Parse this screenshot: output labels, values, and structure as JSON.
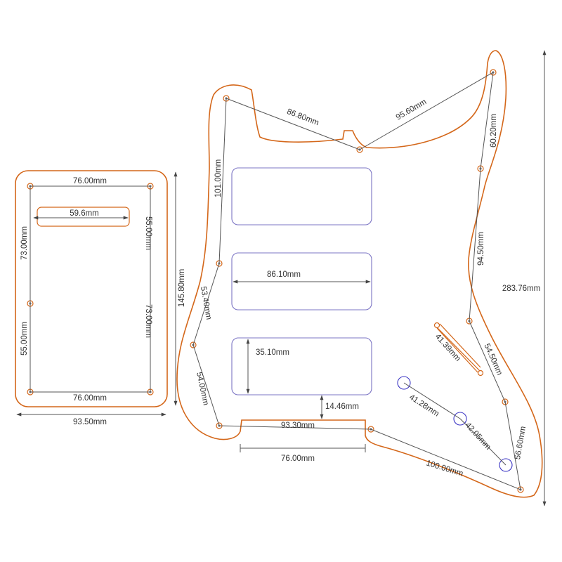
{
  "diagram": {
    "cover_plate": {
      "width_top": "76.00mm",
      "width_bottom": "76.00mm",
      "slot_length": "59.6mm",
      "left_upper": "73.00mm",
      "left_lower": "55.00mm",
      "right_upper": "55.00mm",
      "right_lower": "73.00mm",
      "overall_height": "145.80mm",
      "overall_width": "93.50mm"
    },
    "pickguard": {
      "top_left_span": "86.80mm",
      "top_right_span": "95.60mm",
      "horn_drop": "60.20mm",
      "right_edge_upper": "94.50mm",
      "right_edge_lower": "54.50mm",
      "bottom_right_edge": "56.60mm",
      "bottom_span": "100.00mm",
      "left_edge_upper": "101.00mm",
      "left_edge_middle": "53.40mm",
      "left_edge_lower": "54.00mm",
      "neck_span": "93.30mm",
      "neck_cutout_width": "76.00mm",
      "pickup_length": "86.10mm",
      "pickup_height": "35.10mm",
      "pickup_to_cutout": "14.46mm",
      "switch_slot": "41.39mm",
      "pot_spacing_1": "41.28mm",
      "pot_spacing_2": "42.05mm",
      "overall_height": "283.76mm"
    }
  },
  "colors": {
    "outline": "#d4671a",
    "pickup_slot": "#7b74c4",
    "pot_hole": "#3b35c4",
    "dimension_line": "#555555"
  }
}
